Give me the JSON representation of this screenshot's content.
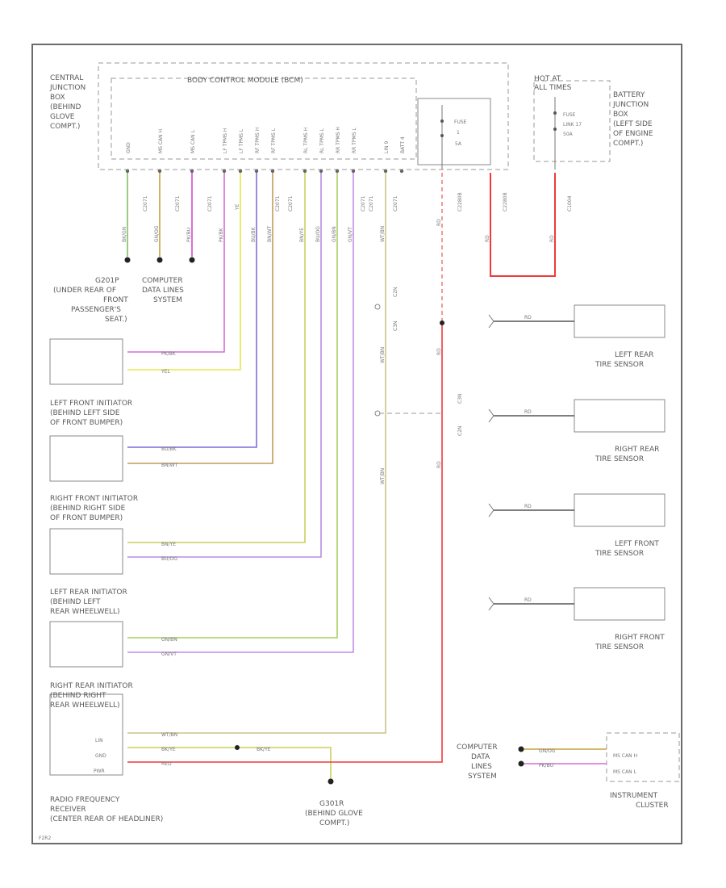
{
  "components": {
    "central_junction_box": [
      "CENTRAL",
      "JUNCTION",
      "BOX",
      "(BEHIND",
      "GLOVE",
      "COMPT.)"
    ],
    "bcm": "BODY CONTROL MODULE (BCM)",
    "hot_at_all_times": [
      "HOT AT",
      "ALL TIMES"
    ],
    "battery_junction_box": [
      "BATTERY",
      "JUNCTION",
      "BOX",
      "(LEFT SIDE",
      "OF ENGINE",
      "COMPT.)"
    ],
    "fuse_bcm": [
      "FUSE",
      "1",
      "5A"
    ],
    "fuse_link": [
      "FUSE",
      "LINK 17",
      "50A"
    ],
    "ground_g201": [
      "G201P",
      "(UNDER REAR OF",
      "FRONT",
      "PASSENGER'S",
      "SEAT.)"
    ],
    "computer_data_lines_top": [
      "COMPUTER",
      "DATA LINES",
      "SYSTEM"
    ],
    "left_front_initiator": [
      "LEFT FRONT INITIATOR",
      "(BEHIND LEFT SIDE",
      "OF FRONT BUMPER)"
    ],
    "right_front_initiator": [
      "RIGHT FRONT INITIATOR",
      "(BEHIND RIGHT SIDE",
      "OF FRONT BUMPER)"
    ],
    "left_rear_initiator": [
      "LEFT REAR INITIATOR",
      "(BEHIND LEFT",
      "REAR WHEELWELL)"
    ],
    "right_rear_initiator": [
      "RIGHT REAR INITIATOR",
      "(BEHIND RIGHT",
      "REAR WHEELWELL)"
    ],
    "rf_receiver": [
      "RADIO FREQUENCY",
      "RECEIVER",
      "(CENTER REAR OF HEADLINER)"
    ],
    "ground_g301": [
      "G301R",
      "(BEHIND GLOVE",
      "COMPT.)"
    ],
    "computer_data_lines_bottom": [
      "COMPUTER",
      "DATA",
      "LINES",
      "SYSTEM"
    ],
    "instrument_cluster": [
      "INSTRUMENT",
      "CLUSTER"
    ],
    "tire_sensors": [
      "LEFT REAR",
      "TIRE SENSOR",
      "RIGHT REAR",
      "TIRE SENSOR",
      "LEFT FRONT",
      "TIRE SENSOR",
      "RIGHT FRONT",
      "TIRE SENSOR"
    ],
    "receiver_pins": [
      "LIN",
      "GND",
      "PWR"
    ],
    "cluster_pins": [
      "MS CAN H",
      "MS CAN L"
    ],
    "splices": [
      "C2N",
      "C3N",
      "C2N",
      "C3N"
    ],
    "diagram_id": "F2R2"
  },
  "bcm_pins": [
    "GND",
    "MS CAN H",
    "MS CAN L",
    "LF TPMS H",
    "LF TPMS L",
    "RF TPMS H",
    "RF TPMS L",
    "RL TPMS H",
    "RL TPMS L",
    "RR TPMS H",
    "RR TPMS L",
    "LIN 9",
    "BATT 4"
  ],
  "connectors": [
    "C2071",
    "C2071",
    "C2071",
    "C2071",
    "C2071",
    "C2071",
    "C2071",
    "C2071",
    "C2280B",
    "C2280B",
    "C1004"
  ],
  "wire_colors": {
    "gnd": "BK/GN",
    "ms_can_h": "GN/OG",
    "ms_can_l": "PK/BU",
    "lf_h": "PK/BK",
    "lf_l": "YE",
    "rf_h": "BU/BK",
    "rf_l": "BN/WT",
    "rl_h": "BN/YE",
    "rl_l": "BU/OG",
    "rr_h": "GN/BN",
    "rr_l": "GN/VT",
    "lin": "WT/BN",
    "pwr": "RD",
    "gnd_rx": "BK/YE",
    "batt": "RD",
    "sensor": "RD",
    "cluster_h": "GN/OG",
    "cluster_l": "PK/BU"
  },
  "initiator_labels": {
    "lf": [
      "PK/BK",
      "YEL"
    ],
    "rf": [
      "BU/BK",
      "BN/WT"
    ],
    "rl": [
      "BN/YE",
      "BU/OG"
    ],
    "rr": [
      "GN/BN",
      "GN/VT"
    ],
    "rx": [
      "WT/BN",
      "BK/YE",
      "RED"
    ],
    "gnd_branch": "BK/YE",
    "cluster": [
      "GN/OG",
      "PK/BU"
    ]
  },
  "colors": {
    "green": "#7fbf6a",
    "orange": "#c8a03c",
    "magenta": "#d24ad2",
    "pink_black": "#d86bd8",
    "yellow": "#e6e84a",
    "blue": "#7f6fd6",
    "brown": "#c49a5a",
    "yellow_green": "#c9d15a",
    "purple": "#b78de0",
    "green_brown": "#a8cf62",
    "violet": "#c48ae6",
    "tan": "#c8c48a",
    "red": "#ef3a3a",
    "red_dash": "#f08080"
  }
}
